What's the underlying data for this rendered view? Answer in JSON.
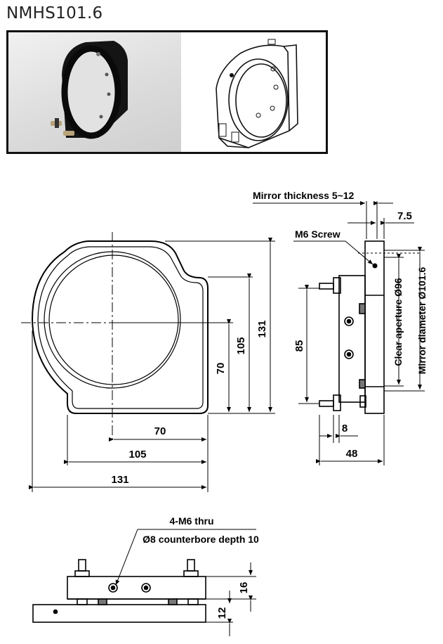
{
  "title": "NMHS101.6",
  "labels": {
    "mirror_thickness": "Mirror thickness 5~12",
    "dim_7_5": "7.5",
    "m6_screw": "M6 Screw",
    "clear_aperture": "Clear aperture Ø96",
    "mirror_diameter": "Mirror diameter Ø101.6",
    "dim_85": "85",
    "dim_8": "8",
    "dim_48": "48",
    "dim_131_v": "131",
    "dim_105_v": "105",
    "dim_70_v": "70",
    "dim_70_h": "70",
    "dim_105_h": "105",
    "dim_131_h": "131",
    "thru_holes": "4-M6 thru",
    "counterbore": "Ø8 counterbore depth 10",
    "dim_16": "16",
    "dim_12": "12"
  }
}
